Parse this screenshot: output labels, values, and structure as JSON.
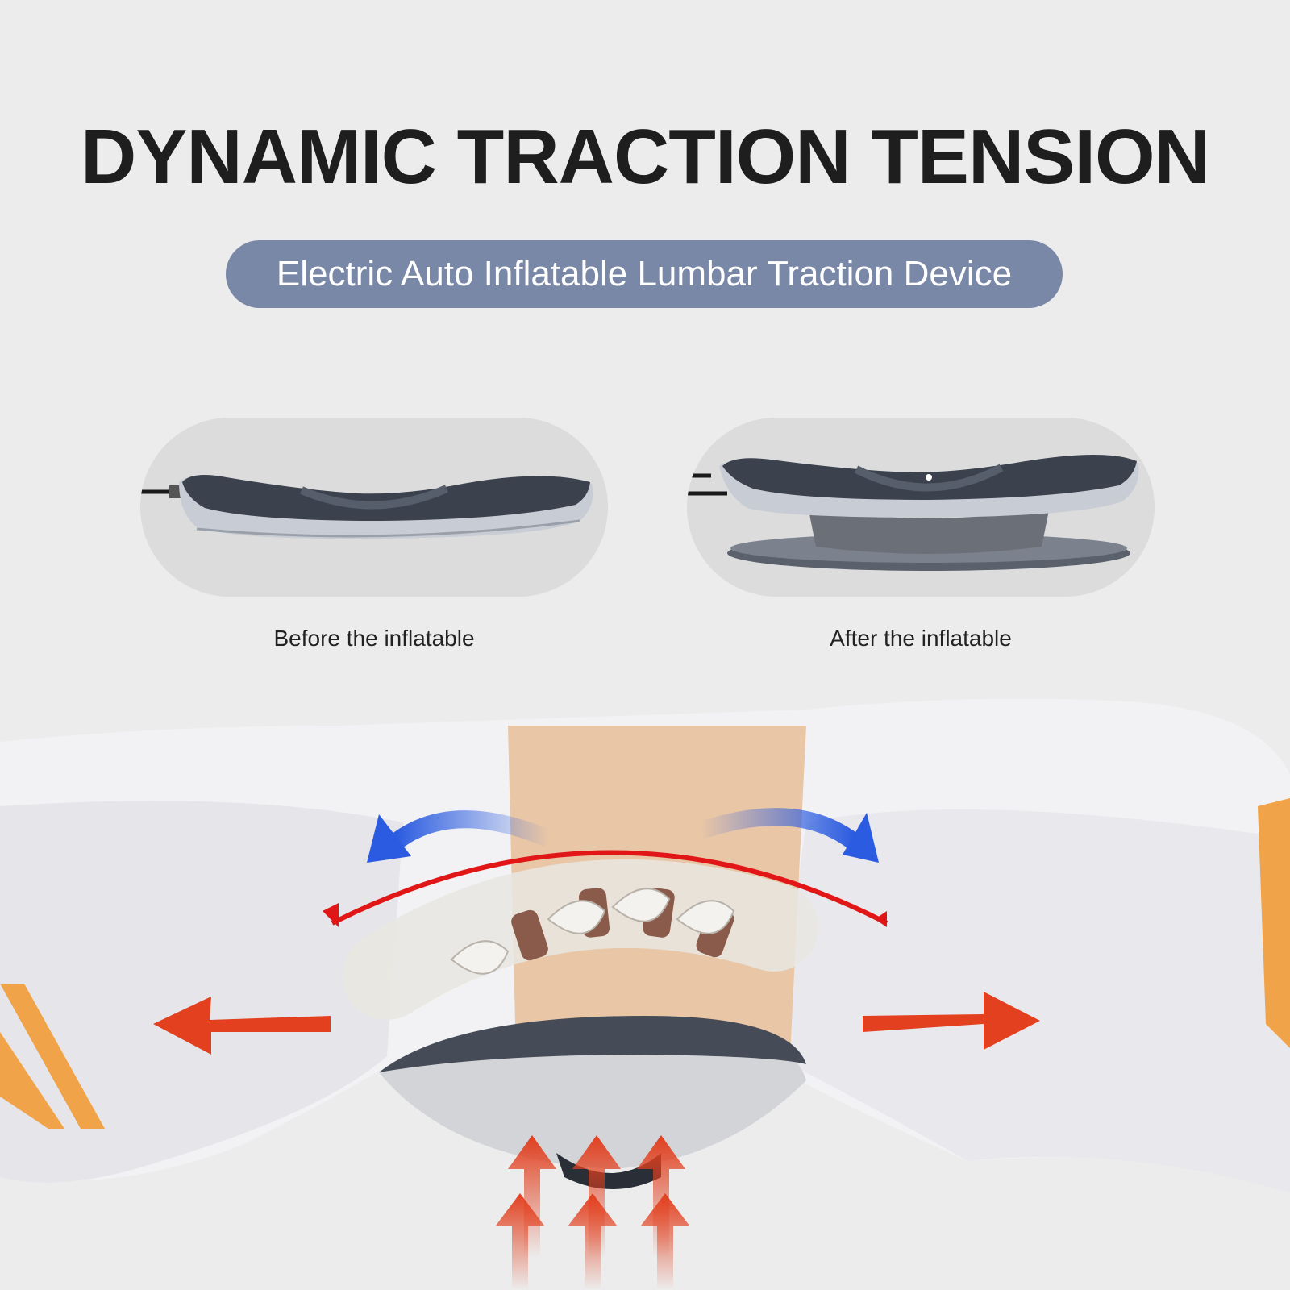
{
  "title": "DYNAMIC TRACTION TENSION",
  "subtitle": "Electric Auto Inflatable Lumbar Traction Device",
  "before": {
    "caption": "Before the inflatable"
  },
  "after": {
    "caption": "After the inflatable"
  },
  "colors": {
    "background": "#ececec",
    "pill": "#7a88a8",
    "device_dark": "#3b414d",
    "arrow_red": "#e2401f",
    "arrow_blue": "#2a5be0",
    "accent_orange": "#f0a348"
  }
}
